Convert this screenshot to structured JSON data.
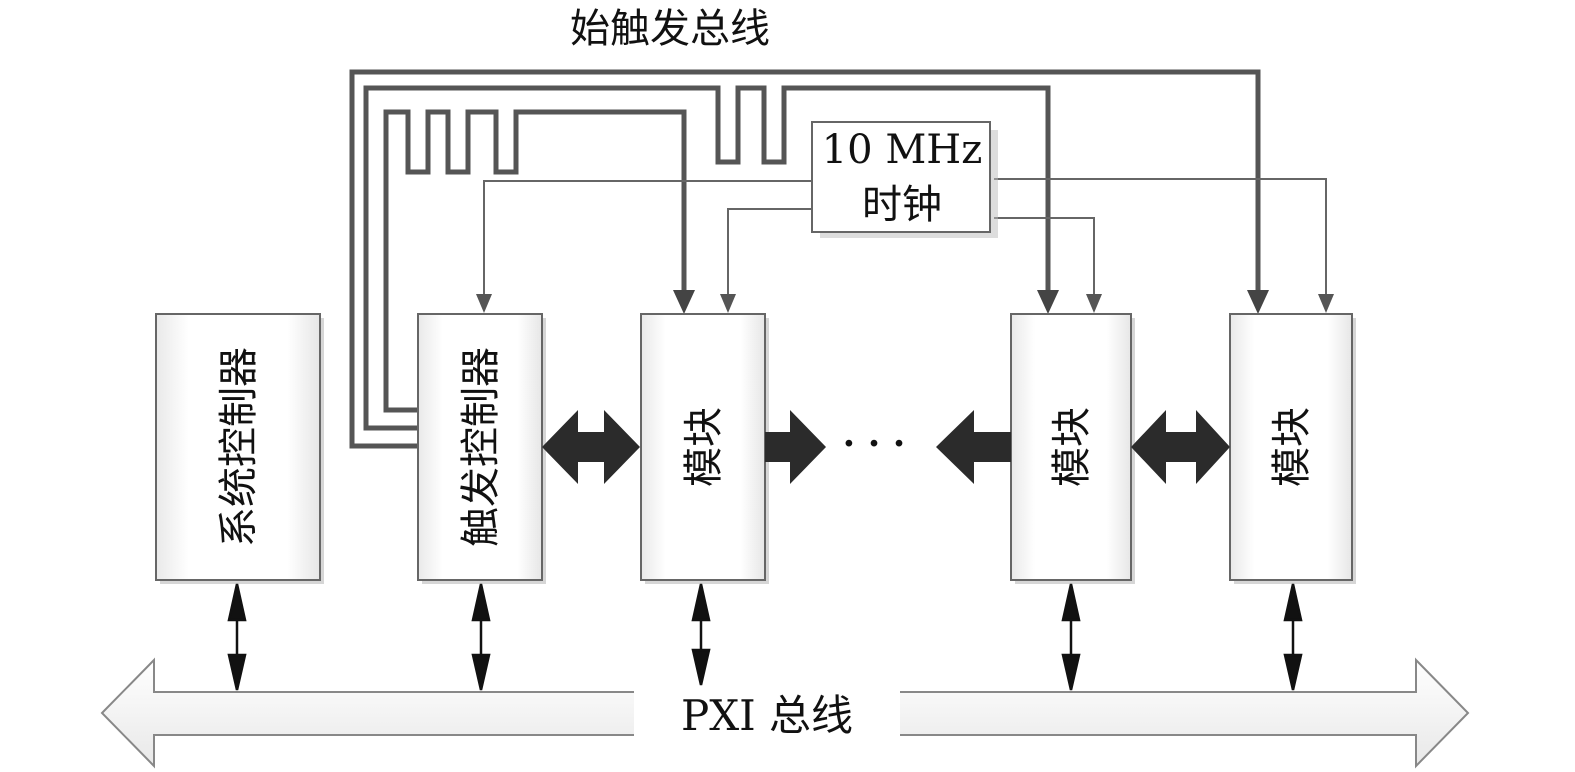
{
  "diagram": {
    "title": "始触发总线",
    "clock": {
      "line1": "10 MHz",
      "line2": "时钟"
    },
    "blocks": [
      {
        "id": "system-controller",
        "label": "系统控制器"
      },
      {
        "id": "trigger-controller",
        "label": "触发控制器"
      },
      {
        "id": "module-1",
        "label": "模块"
      },
      {
        "id": "module-2",
        "label": "模块"
      },
      {
        "id": "module-3",
        "label": "模块"
      }
    ],
    "ellipsis": "· · ·",
    "bus_label": "PXI 总线"
  }
}
